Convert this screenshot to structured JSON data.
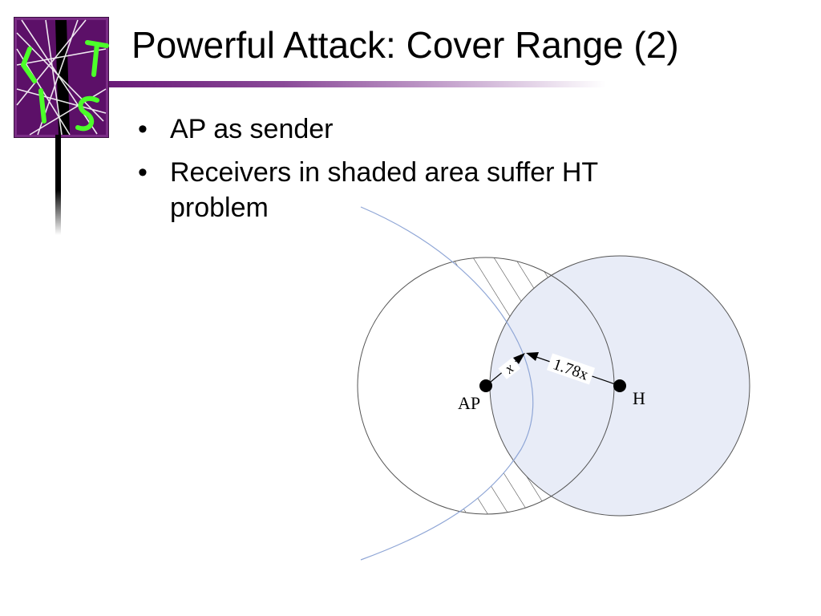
{
  "slide": {
    "title": "Powerful Attack: Cover Range (2)",
    "bullets": [
      {
        "text": "AP as sender"
      },
      {
        "text": "Receivers in shaded area suffer HT problem"
      }
    ]
  },
  "logo": {
    "letters": "LIST",
    "background_color": "#5c1068",
    "letter_color": "#4cff2a"
  },
  "diagram": {
    "labels": {
      "ap": "AP",
      "h": "H",
      "x": "x",
      "distance": "1.78x"
    },
    "colors": {
      "h_range_fill": "#e8ecf7",
      "arc": "#8fa6d6",
      "circle_stroke": "#555555",
      "hatch": "#333333"
    }
  }
}
